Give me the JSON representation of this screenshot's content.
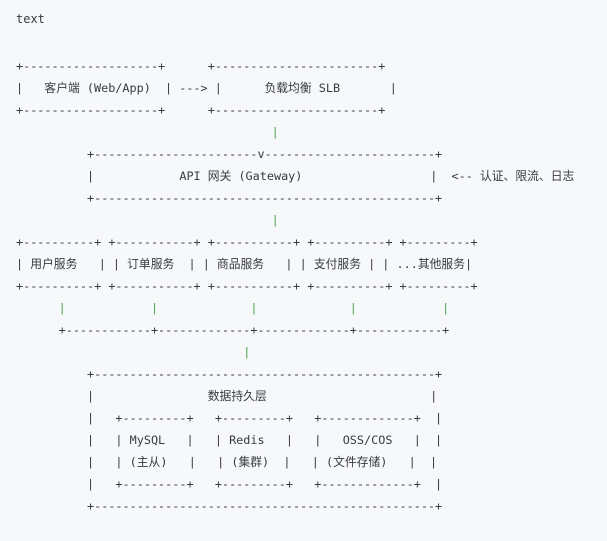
{
  "code_block": {
    "language": "text",
    "lines": [
      "+-------------------+      +-----------------------+",
      "|   客户端 (Web/App)  | ---> |      负载均衡 SLB       |",
      "+-------------------+      +-----------------------+",
      "                                    |",
      "          +-----------------------v------------------------+",
      "          |            API 网关 (Gateway)                  |  <-- 认证、限流、日志",
      "          +------------------------------------------------+",
      "                                    |",
      "+----------+ +-----------+ +-----------+ +----------+ +---------+",
      "| 用户服务   | | 订单服务  | | 商品服务   | | 支付服务 | | ...其他服务|",
      "+----------+ +-----------+ +-----------+ +----------+ +---------+",
      "      |            |             |             |            |",
      "      +------------+-------------+-------------+------------+",
      "                                |",
      "          +------------------------------------------------+",
      "          |                数据持久层                       |",
      "          |   +---------+   +---------+   +-------------+  |",
      "          |   | MySQL   |   | Redis   |   |   OSS/COS   |  |",
      "          |   | (主从)   |   | (集群)  |   | (文件存储)   |  |",
      "          |   +---------+   +---------+   +-------------+  |",
      "          +------------------------------------------------+"
    ],
    "accent_color": "#50a14f"
  }
}
